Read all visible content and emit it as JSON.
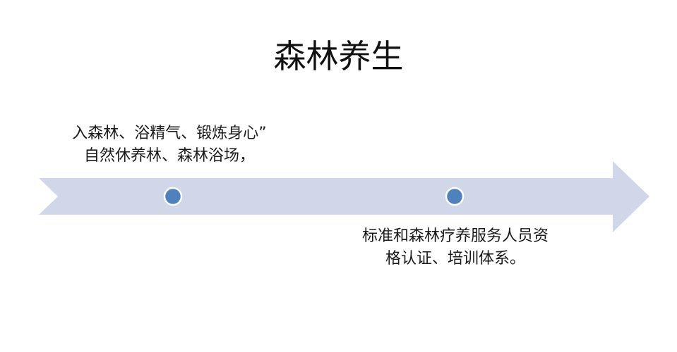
{
  "title": "森林养生",
  "colors": {
    "arrow_fill": "#d0d7e8",
    "marker_fill": "#4f81bd",
    "marker_stroke": "#ffffff"
  },
  "events": [
    {
      "lines": [
        "入森林、浴精气、锻炼身心”",
        "自然休养林、森林浴场，"
      ],
      "position": "above"
    },
    {
      "lines": [
        "标准和森林疗养服务人员资",
        "格认证、培训体系。"
      ],
      "position": "below"
    }
  ]
}
